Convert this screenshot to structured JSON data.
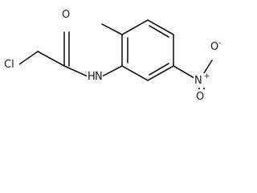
{
  "structure": {
    "atoms": {
      "chlorine": "Cl",
      "carbonyl_oxygen": "O",
      "amide_nitrogen": "H",
      "amide_nitrogen_symbol": "N",
      "nitro_nitrogen": "N",
      "nitro_nitrogen_charge": "+",
      "nitro_oxygen_upper": "O",
      "nitro_oxygen_upper_charge": "-",
      "nitro_oxygen_lower": "O"
    }
  }
}
